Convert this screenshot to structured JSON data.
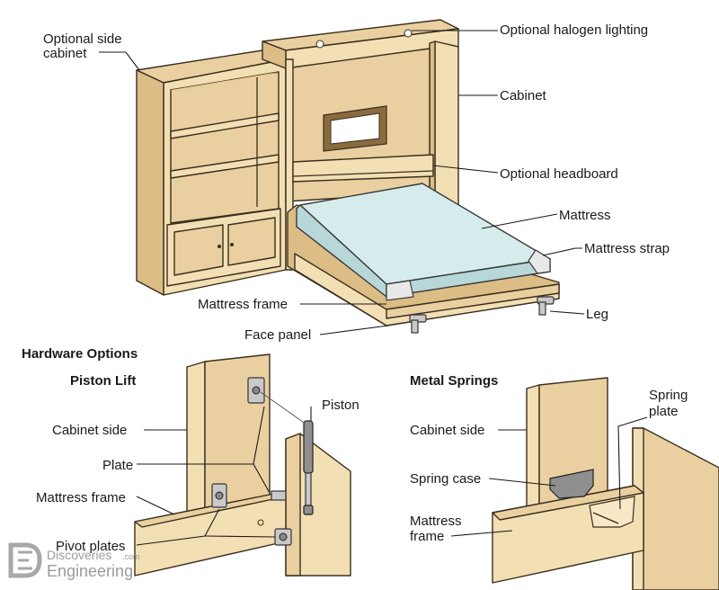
{
  "labels": {
    "optional_side_cabinet_l1": "Optional side",
    "optional_side_cabinet_l2": "cabinet",
    "optional_halogen_lighting": "Optional halogen lighting",
    "cabinet": "Cabinet",
    "optional_headboard": "Optional headboard",
    "mattress": "Mattress",
    "mattress_strap": "Mattress strap",
    "mattress_frame": "Mattress frame",
    "leg": "Leg",
    "face_panel": "Face panel"
  },
  "hardware": {
    "title": "Hardware Options",
    "piston_lift": {
      "title": "Piston Lift",
      "piston": "Piston",
      "cabinet_side": "Cabinet side",
      "plate": "Plate",
      "mattress_frame": "Mattress frame",
      "pivot_plates": "Pivot plates"
    },
    "metal_springs": {
      "title": "Metal Springs",
      "spring_plate_l1": "Spring",
      "spring_plate_l2": "plate",
      "cabinet_side": "Cabinet side",
      "spring_case": "Spring case",
      "mattress_frame_l1": "Mattress",
      "mattress_frame_l2": "frame"
    }
  },
  "watermark": {
    "line1": "Discoveries",
    "suffix": ".com",
    "line2": "Engineering"
  },
  "colors": {
    "wood": "#f3dfb4",
    "mattress": "#d6ecec",
    "watermark": "#8a8a8a"
  }
}
